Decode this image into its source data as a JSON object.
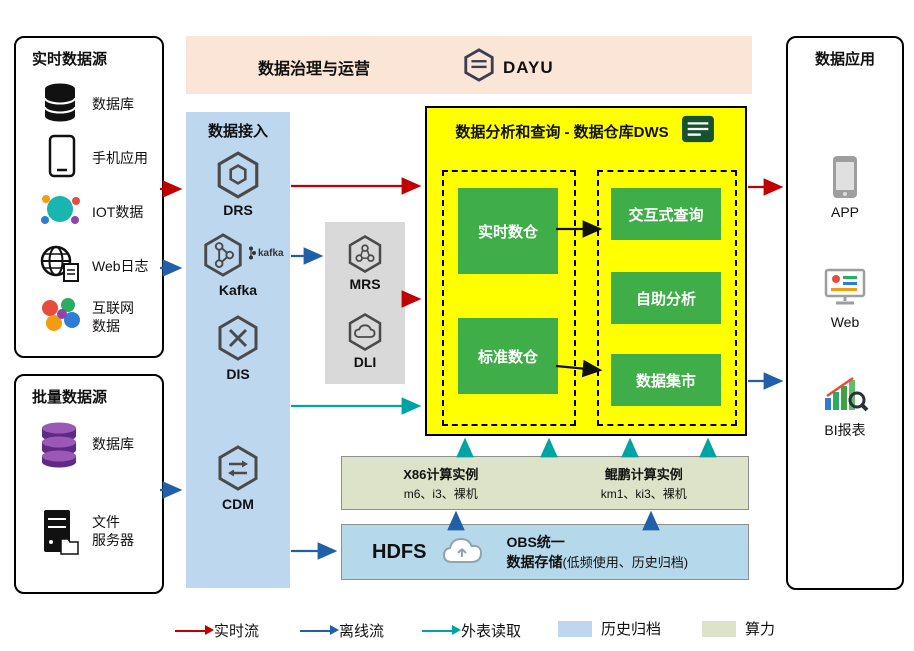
{
  "colors": {
    "banner_bg": "#fbe5d6",
    "ingestion_bg": "#bdd7ee",
    "processing_bg": "#d9d9d9",
    "dws_bg": "#ffff00",
    "module_green": "#3fae49",
    "compute_bg": "#dce3c8",
    "storage_bg": "#b5d8eb",
    "realtime_flow": "#c00000",
    "offline_flow": "#2060a8",
    "external_read": "#00a3a3"
  },
  "banner": {
    "title": "数据治理与运营",
    "logo": "DAYU"
  },
  "realtime_sources": {
    "title": "实时数据源",
    "items": [
      {
        "label": "数据库"
      },
      {
        "label": "手机应用"
      },
      {
        "label": "IOT数据"
      },
      {
        "label": "Web日志"
      },
      {
        "label": "互联网\n数据"
      }
    ]
  },
  "batch_sources": {
    "title": "批量数据源",
    "items": [
      {
        "label": "数据库"
      },
      {
        "label": "文件\n服务器"
      }
    ]
  },
  "ingestion": {
    "title": "数据接入",
    "drs": "DRS",
    "kafka": "Kafka",
    "kafka_logo": "kafka",
    "dis": "DIS",
    "cdm": "CDM"
  },
  "processing": {
    "mrs": "MRS",
    "dli": "DLI"
  },
  "dws": {
    "title": "数据分析和查询 - 数据仓库DWS",
    "modules_left": [
      {
        "label": "实时数仓"
      },
      {
        "label": "标准数仓"
      }
    ],
    "modules_right": [
      {
        "label": "交互式查询"
      },
      {
        "label": "自助分析"
      },
      {
        "label": "数据集市"
      }
    ]
  },
  "compute": {
    "x86_title": "X86计算实例",
    "x86_sub": "m6、i3、裸机",
    "kunpeng_title": "鲲鹏计算实例",
    "kunpeng_sub": "km1、ki3、裸机"
  },
  "storage": {
    "hdfs": "HDFS",
    "obs_line1": "OBS统一",
    "obs_line2": "数据存储",
    "note": "(低频使用、历史归档)"
  },
  "applications": {
    "title": "数据应用",
    "items": [
      {
        "label": "APP"
      },
      {
        "label": "Web"
      },
      {
        "label": "BI报表"
      }
    ]
  },
  "legend": {
    "items": [
      {
        "label": "实时流",
        "color": "#c00000",
        "kind": "arrow"
      },
      {
        "label": "离线流",
        "color": "#2060a8",
        "kind": "arrow"
      },
      {
        "label": "外表读取",
        "color": "#00a3a3",
        "kind": "arrow"
      },
      {
        "label": "历史归档",
        "color": "#bdd7ee",
        "kind": "swatch"
      },
      {
        "label": "算力",
        "color": "#dce3c8",
        "kind": "swatch"
      }
    ]
  }
}
